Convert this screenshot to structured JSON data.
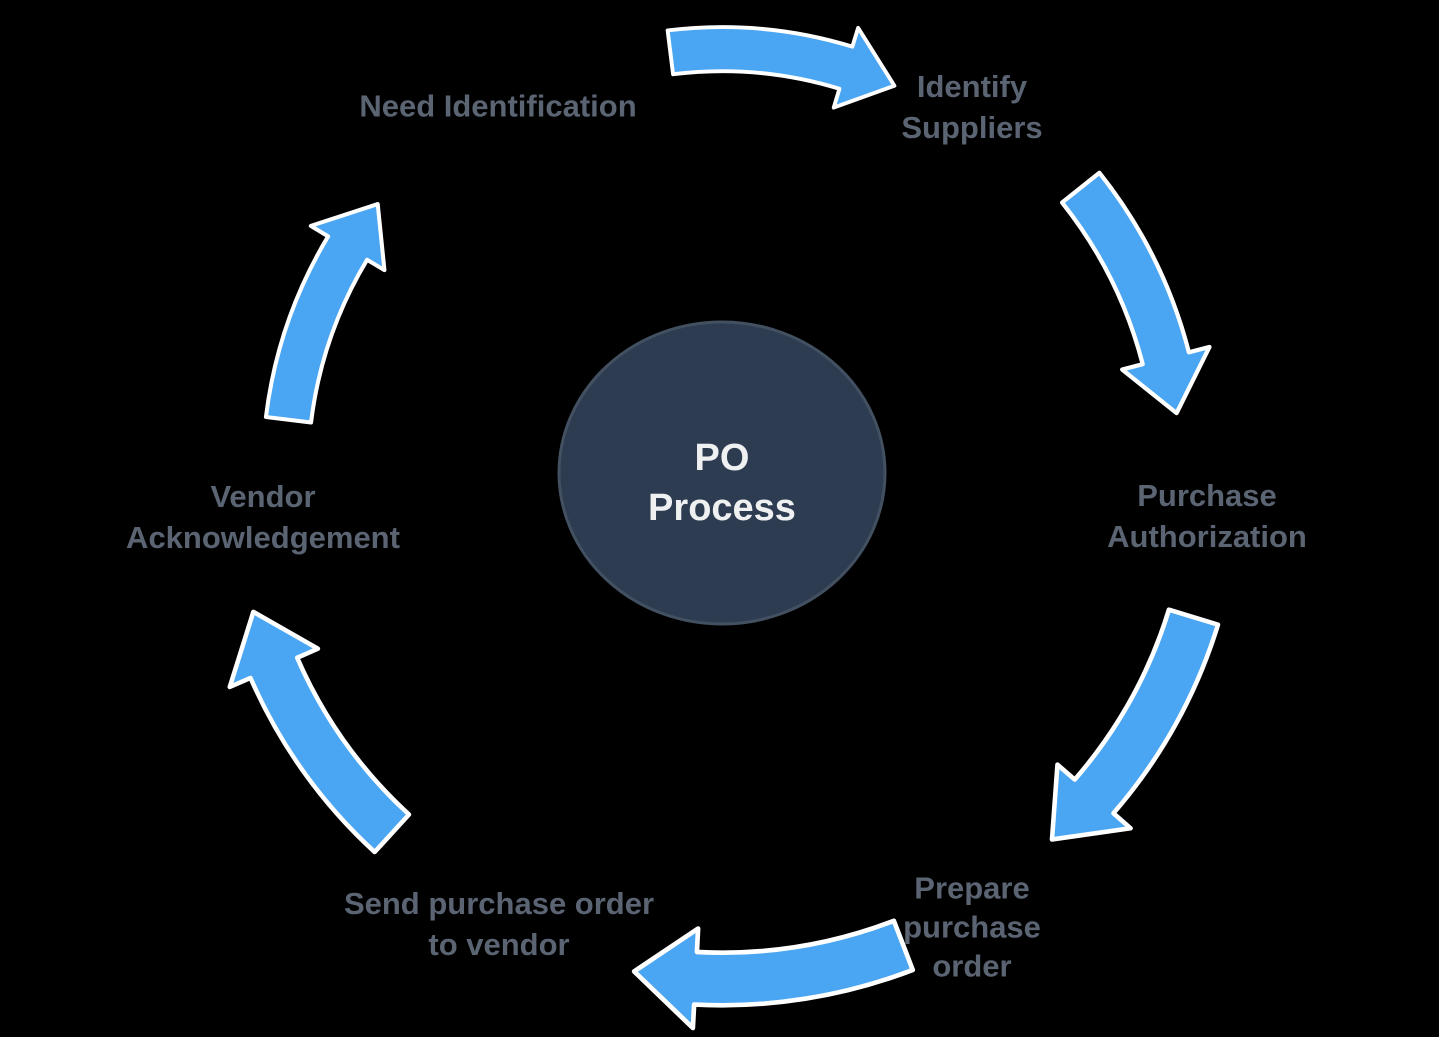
{
  "diagram": {
    "title": "PO Process",
    "type": "circular-process-cycle",
    "flow_direction": "clockwise",
    "center": {
      "label_lines": [
        "PO",
        "Process"
      ]
    },
    "steps": [
      {
        "name": "need-identification",
        "lines": [
          "Need Identification"
        ]
      },
      {
        "name": "identify-suppliers",
        "lines": [
          "Identify",
          "Suppliers"
        ]
      },
      {
        "name": "purchase-authorization",
        "lines": [
          "Purchase",
          "Authorization"
        ]
      },
      {
        "name": "prepare-purchase-order",
        "lines": [
          "Prepare",
          "purchase",
          "order"
        ]
      },
      {
        "name": "send-purchase-order-to-vendor",
        "lines": [
          "Send purchase order",
          "to vendor"
        ]
      },
      {
        "name": "vendor-acknowledgement",
        "lines": [
          "Vendor",
          "Acknowledgement"
        ]
      }
    ],
    "colors": {
      "background": "#000000",
      "arrow": "#4aa5f3",
      "arrow_outline": "#ffffff",
      "label": "#5b6472",
      "center_fill": "#2d3c50",
      "center_border": "#425061",
      "center_text": "#eef0f2"
    }
  }
}
